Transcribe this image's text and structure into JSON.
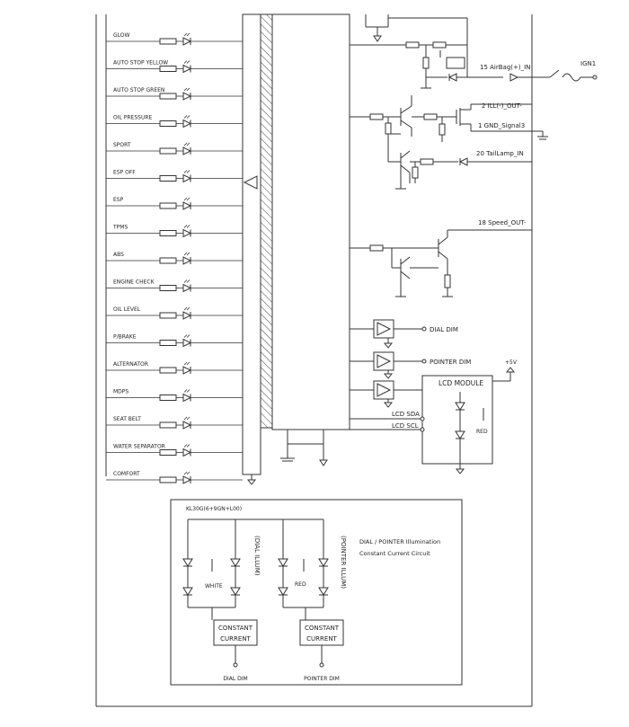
{
  "indicators": [
    "GLOW",
    "AUTO STOP YELLOW",
    "AUTO STOP GREEN",
    "OIL PRESSURE",
    "SPORT",
    "ESP OFF",
    "ESP",
    "TPMS",
    "ABS",
    "ENGINE CHECK",
    "OIL LEVEL",
    "P/BRAKE",
    "ALTERNATOR",
    "MDPS",
    "SEAT BELT",
    "WATER SEPARATOR",
    "COMFORT"
  ],
  "right_signals": {
    "ign": "IGN1",
    "airbag": "15 AirBag(+)_IN",
    "ill_out": "2 ILL(-)_OUT-",
    "gnd_signal": "1 GND_Signal3",
    "taillamp": "20 TailLamp_IN",
    "speed_out": "18 Speed_OUT-",
    "dial_dim": "DIAL DIM",
    "pointer_dim": "POINTER DIM",
    "plus5v": "+5V",
    "lcd_module": "LCD MODULE",
    "lcd_sda": "LCD SDA",
    "lcd_scl": "LCD SCL",
    "red": "RED"
  },
  "illum_box": {
    "supply": "KL30G(6+9GN+L00)",
    "dial_illum": "(DIAL ILLUM)",
    "pointer_illum": "(POINTER ILLUM)",
    "white": "WHITE",
    "red": "RED",
    "caption_line1": "DIAL / POINTER Illumination",
    "caption_line2": "Constant Current Circuit",
    "cc_left": [
      "CONSTANT",
      "CURRENT"
    ],
    "cc_right": [
      "CONSTANT",
      "CURRENT"
    ],
    "dial_dim": "DIAL DIM",
    "pointer_dim": "POINTER DIM"
  }
}
